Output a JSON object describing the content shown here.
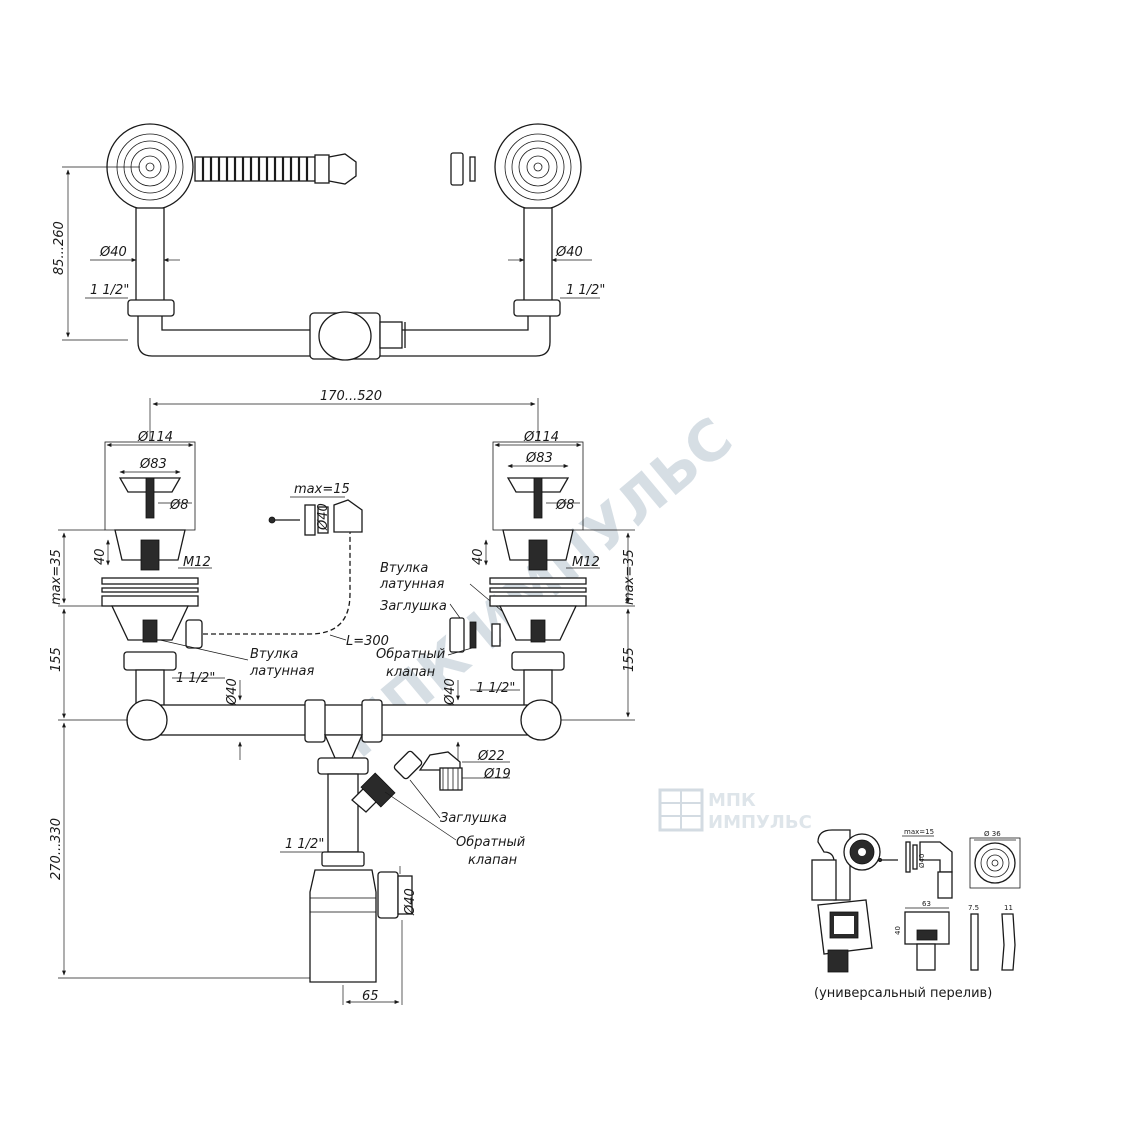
{
  "watermark": {
    "diagonal": "МПК ИМПУЛЬС",
    "logo_line1": "МПК",
    "logo_line2": "ИМПУЛЬС"
  },
  "top_view": {
    "dim_height": "85...260",
    "dim_dia_left": "Ø40",
    "dim_dia_right": "Ø40",
    "dim_thread_left": "1 1/2\"",
    "dim_thread_right": "1 1/2\""
  },
  "front_view": {
    "dim_spacing": "170...520",
    "left_bowl": {
      "dia_outer": "Ø114",
      "dia_inner": "Ø83",
      "dia_pin": "Ø8",
      "dim_40": "40",
      "bolt": "M12",
      "max": "max=35",
      "height": "155"
    },
    "right_bowl": {
      "dia_outer": "Ø114",
      "dia_inner": "Ø83",
      "dia_pin": "Ø8",
      "dim_40": "40",
      "bolt": "M12",
      "max": "max=35",
      "height": "155"
    },
    "overflow_max": "max=15",
    "overflow_dia": "Ø40",
    "hose_length": "L=300",
    "label_brass_bushing_left": [
      "Втулка",
      "латунная"
    ],
    "label_brass_bushing_right": [
      "Втулка",
      "латунная"
    ],
    "label_plug": "Заглушка",
    "label_check_valve": [
      "Обратный",
      "клапан"
    ],
    "thread_left": "1 1/2\"",
    "thread_right": "1 1/2\"",
    "dia_left": "Ø40",
    "dia_right": "Ø40",
    "side_dia_22": "Ø22",
    "side_dia_19": "Ø19",
    "label_plug_2": "Заглушка",
    "label_check_valve_2": [
      "Обратный",
      "клапан"
    ],
    "thread_trap": "1 1/2\"",
    "trap_outlet": "Ø40",
    "height_lower": "270...330",
    "offset_65": "65"
  },
  "inset": {
    "max": "max=15",
    "dia40": "Ø40",
    "dia36": "Ø 36",
    "w63": "63",
    "h40": "40",
    "t75": "7.5",
    "t11": "11",
    "caption": "(универсальный перелив)"
  }
}
